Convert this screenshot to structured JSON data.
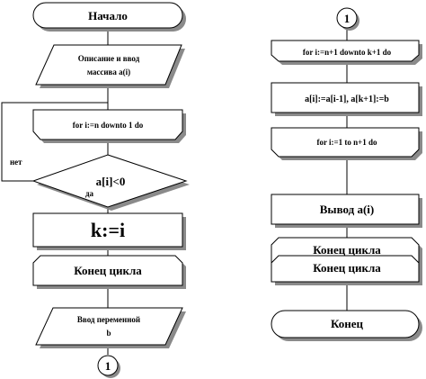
{
  "left_column": {
    "start": "Начало",
    "input_array_line1": "Описание и ввод",
    "input_array_line2": "массива a(i)",
    "loop_header": "for i:=n  downto 1 do",
    "condition": "a[i]<0",
    "branch_no": "нет",
    "branch_yes": "да",
    "assign": "k:=i",
    "loop_end": "Конец цикла",
    "input_var_line1": "Ввод переменной",
    "input_var_line2": "b",
    "connector": "1"
  },
  "right_column": {
    "connector": "1",
    "loop_header": "for i:=n+1  downto k+1  do",
    "assign": "a[i]:=a[i-1],  a[k+1]:=b",
    "loop2_header": "for i:=1  to n+1 do",
    "output": "Вывод a(i)",
    "loop2_end": "Конец цикла",
    "loop_end": "Конец цикла",
    "end": "Конец"
  }
}
